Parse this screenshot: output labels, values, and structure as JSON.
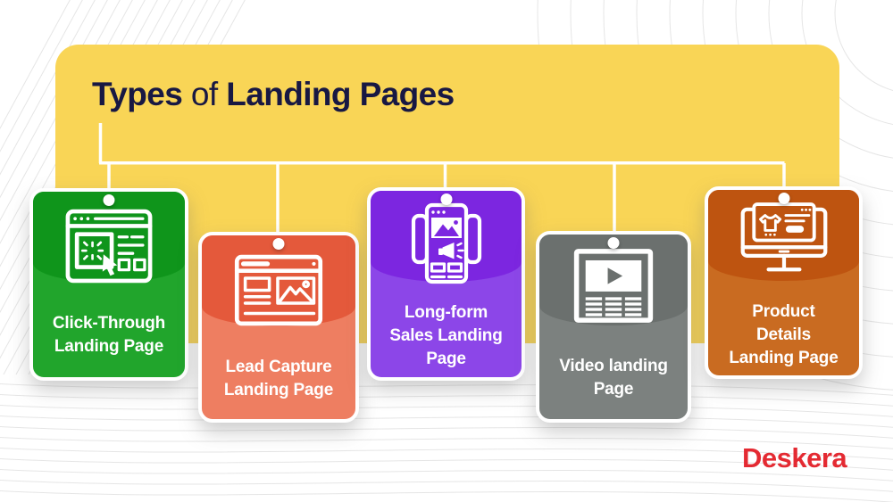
{
  "page": {
    "background_color": "#FFFFFF",
    "pattern_line_color": "#E3E3E3"
  },
  "header": {
    "panel_color": "#F9D556",
    "connector_color": "#FFFFFF",
    "title": {
      "word_bold_1": "Types",
      "word_regular": "of",
      "word_bold_2": "Landing Pages",
      "text_color": "#181843"
    }
  },
  "cards": [
    {
      "label": "Click-Through\nLanding Page",
      "icon": "browser-click-icon",
      "color_top": "#0F951B",
      "color_bottom": "#21A52C"
    },
    {
      "label": "Lead Capture\nLanding Page",
      "icon": "browser-form-image-icon",
      "color_top": "#E4593B",
      "color_bottom": "#EE7E61"
    },
    {
      "label": "Long-form\nSales Landing\nPage",
      "icon": "long-page-megaphone-icon",
      "color_top": "#7C26E0",
      "color_bottom": "#8C46E8"
    },
    {
      "label": "Video landing\nPage",
      "icon": "video-player-icon",
      "color_top": "#6B706E",
      "color_bottom": "#7C817F"
    },
    {
      "label": "Product\nDetails\nLanding Page",
      "icon": "monitor-product-icon",
      "color_top": "#BE5410",
      "color_bottom": "#C96B21"
    }
  ],
  "footer": {
    "brand": "Deskera",
    "brand_color": "#E42A32"
  }
}
